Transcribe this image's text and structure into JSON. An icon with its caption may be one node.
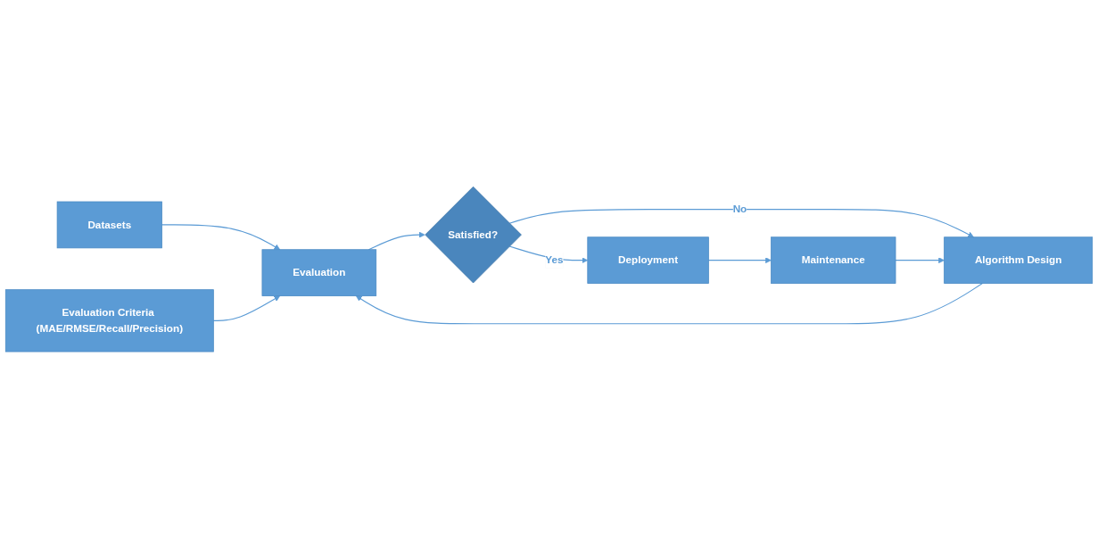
{
  "diagram": {
    "nodes": [
      {
        "text": [
          "Datasets"
        ]
      },
      {
        "text": [
          "Algorithm Design"
        ]
      },
      {
        "text": [
          "Evaluation"
        ]
      },
      {
        "text": [
          "Satisfied?"
        ]
      },
      {
        "text": [
          "Deployment"
        ]
      },
      {
        "text": [
          "Evaluation Criteria (MAE/RMSE/Recall/Precision)"
        ]
      },
      {
        "text": [
          "Maintenance"
        ]
      }
    ],
    "edges": [
      {
        "from": 0,
        "to": 2,
        "arrow": "to"
      },
      {
        "from": 1,
        "to": 2,
        "arrow": "to"
      },
      {
        "from": 2,
        "to": 3,
        "arrow": "to"
      },
      {
        "from": 3,
        "to": 4,
        "label": "Yes",
        "arrow": "to"
      },
      {
        "from": 5,
        "to": 2,
        "arrow": "to"
      },
      {
        "from": 4,
        "to": 6,
        "arrow": "to"
      },
      {
        "from": 3,
        "to": 1,
        "label": "No",
        "arrow": "to"
      },
      {
        "from": 6,
        "to": 1,
        "arrow": "to"
      }
    ]
  }
}
